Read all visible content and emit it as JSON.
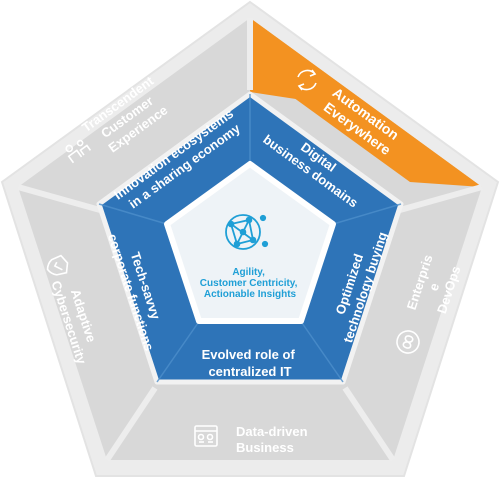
{
  "outer_segments": {
    "top_left": {
      "lines": [
        "Transcendent",
        "Customer",
        "Experience"
      ],
      "icon": "people-icon"
    },
    "top_right": {
      "lines": [
        "Automation",
        "Everywhere"
      ],
      "icon": "cycle-arrows-icon"
    },
    "right": {
      "lines": [
        "Enterpris",
        "e",
        "DevOps"
      ],
      "icon": "infinity-loop-icon"
    },
    "bottom": {
      "lines": [
        "Data-driven",
        "Business"
      ],
      "icon": "dashboard-icon"
    },
    "left": {
      "lines": [
        "Adaptive",
        "Cybersecurity"
      ],
      "icon": "shield-icon"
    }
  },
  "middle_segments": {
    "top_left": {
      "lines": [
        "Innovation ecosystems",
        "in a sharing economy"
      ]
    },
    "top_right": {
      "lines": [
        "Digital",
        "business domains"
      ]
    },
    "right": {
      "lines": [
        "Optimized",
        "technology buying"
      ]
    },
    "bottom": {
      "lines": [
        "Evolved role of",
        "centralized IT"
      ]
    },
    "left": {
      "lines": [
        "Tech-savvy",
        "corporate functions"
      ]
    }
  },
  "center": {
    "lines": [
      "Agility,",
      "Customer Centricity,",
      "Actionable Insights"
    ],
    "icon": "network-globe-icon"
  },
  "colors": {
    "outer_grey": "#d9d9d9",
    "outer_border": "#ebebeb",
    "highlight_orange": "#f39221",
    "inner_blue": "#2e74b8",
    "inner_blue_light": "#3d84c6",
    "core_fill": "#eef3f7",
    "core_text": "#1f9fd6"
  }
}
